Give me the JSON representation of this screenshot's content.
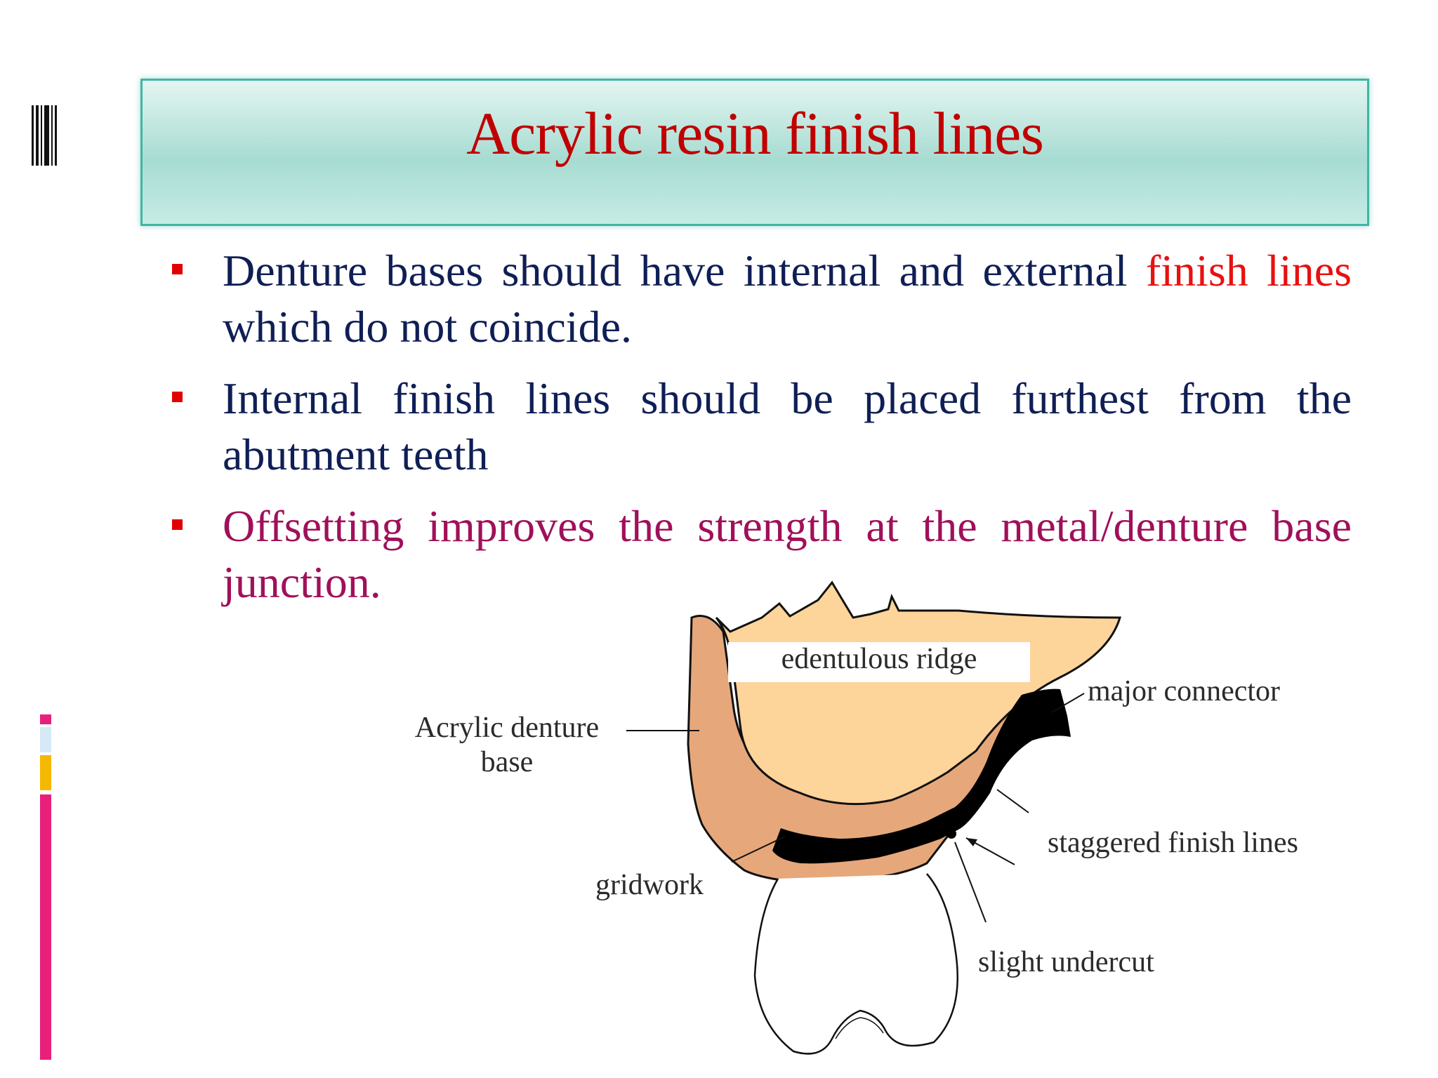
{
  "title": "Acrylic resin finish lines",
  "bullets": [
    {
      "text_a": "Denture bases should have internal and external",
      "text_highlight": "finish lines",
      "text_b": "which do not coincide."
    },
    {
      "text": "Internal finish lines should be placed furthest from the abutment teeth"
    },
    {
      "text": "Offsetting improves the strength at the metal/denture base junction."
    }
  ],
  "figure": {
    "labels": {
      "edentulous_ridge": "edentulous ridge",
      "major_connector": "major connector",
      "acrylic_base_line1": "Acrylic denture",
      "acrylic_base_line2": "base",
      "staggered": "staggered finish lines",
      "gridwork": "gridwork",
      "undercut": "slight undercut"
    }
  },
  "colors": {
    "title": "#c00000",
    "navy_text": "#0f1f55",
    "highlight_red": "#e81010",
    "magenta_text": "#a0105a",
    "bullet_marker": "#e00000",
    "title_bg": "#a7dcd2",
    "ridge_fill": "#fdd49a",
    "acrylic_fill": "#e6a87a",
    "accent_pink": "#e8207a",
    "accent_orange": "#f5b800",
    "accent_light_blue": "#d6e9f7"
  }
}
